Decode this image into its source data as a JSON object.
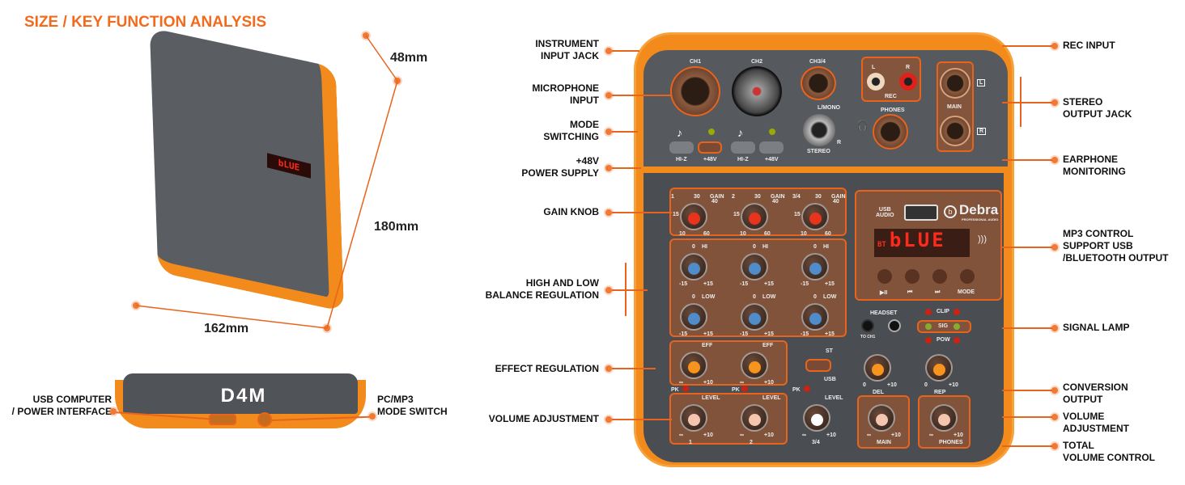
{
  "title": "SIZE / KEY FUNCTION ANALYSIS",
  "dimensions": {
    "depth": "48mm",
    "height": "180mm",
    "width": "162mm"
  },
  "side_view": {
    "model": "D4M",
    "usb_label": "USB COMPUTER\n/ POWER INTERFACE",
    "mode_label": "PC/MP3\nMODE SWITCH",
    "display": "bLUE"
  },
  "callouts_left": [
    "INSTRUMENT\nINPUT JACK",
    "MICROPHONE\nINPUT",
    "MODE\nSWITCHING",
    "+48V\nPOWER SUPPLY",
    "GAIN KNOB",
    "HIGH AND LOW\nBALANCE REGULATION",
    "EFFECT REGULATION",
    "VOLUME ADJUSTMENT"
  ],
  "callouts_right": [
    "REC INPUT",
    "STEREO\nOUTPUT JACK",
    "EARPHONE\nMONITORING",
    "MP3 CONTROL\nSUPPORT USB\n/BLUETOOTH OUTPUT",
    "SIGNAL LAMP",
    "CONVERSION\nOUTPUT",
    "VOLUME\nADJUSTMENT",
    "TOTAL\nVOLUME CONTROL"
  ],
  "panel": {
    "ch1": "CH1",
    "ch2": "CH2",
    "ch34": "CH3/4",
    "hiz": "HI-Z",
    "p48": "+48V",
    "lmono": "L/MONO",
    "stereo": "STEREO",
    "r": "R",
    "rec": "REC",
    "rec_l": "L",
    "rec_r": "R",
    "phones": "PHONES",
    "main": "MAIN",
    "out_l": "L",
    "out_r": "R",
    "usb_audio": "USB\nAUDIO",
    "brand": "Debra",
    "brand_sub": "PROFESSIONAL AUDIO",
    "disp_bt": "BT",
    "disp_text": "bLUE",
    "mp3_buttons": [
      "▶II",
      "⏮",
      "⏭",
      "MODE"
    ],
    "headset": "HEADSET",
    "to_ch1": "TO CH1",
    "clip": "CLIP",
    "sig": "SIG",
    "pow": "POW",
    "st": "ST",
    "usb": "USB",
    "pk": "PK"
  },
  "knobs": [
    {
      "name": "gain-1",
      "cap": "#e8341c",
      "title": "GAIN",
      "ch": "1",
      "l": "10",
      "r": "60",
      "ml": "15",
      "mt": "30",
      "mr": "40"
    },
    {
      "name": "gain-2",
      "cap": "#e8341c",
      "title": "GAIN",
      "ch": "2",
      "l": "10",
      "r": "60",
      "ml": "15",
      "mt": "30",
      "mr": "40"
    },
    {
      "name": "gain-34",
      "cap": "#e8341c",
      "title": "GAIN",
      "ch": "3/4",
      "l": "10",
      "r": "60",
      "ml": "15",
      "mt": "30",
      "mr": "40"
    },
    {
      "name": "hi-1",
      "cap": "#4f8cc9",
      "title": "HI",
      "l": "-15",
      "r": "+15",
      "mt": "0"
    },
    {
      "name": "hi-2",
      "cap": "#4f8cc9",
      "title": "HI",
      "l": "-15",
      "r": "+15",
      "mt": "0"
    },
    {
      "name": "hi-34",
      "cap": "#4f8cc9",
      "title": "HI",
      "l": "-15",
      "r": "+15",
      "mt": "0"
    },
    {
      "name": "low-1",
      "cap": "#4f8cc9",
      "title": "LOW",
      "l": "-15",
      "r": "+15",
      "mt": "0"
    },
    {
      "name": "low-2",
      "cap": "#4f8cc9",
      "title": "LOW",
      "l": "-15",
      "r": "+15",
      "mt": "0"
    },
    {
      "name": "low-34",
      "cap": "#4f8cc9",
      "title": "LOW",
      "l": "-15",
      "r": "+15",
      "mt": "0"
    },
    {
      "name": "eff-1",
      "cap": "#f7941d",
      "title": "EFF",
      "l": "∞",
      "r": "+10"
    },
    {
      "name": "eff-2",
      "cap": "#f7941d",
      "title": "EFF",
      "l": "∞",
      "r": "+10"
    },
    {
      "name": "level-1",
      "cap": "#f4c6b0",
      "title": "LEVEL",
      "l": "∞",
      "r": "+10",
      "bottom": "1"
    },
    {
      "name": "level-2",
      "cap": "#f4c6b0",
      "title": "LEVEL",
      "l": "∞",
      "r": "+10",
      "bottom": "2"
    },
    {
      "name": "level-34",
      "cap": "#ffffff",
      "title": "LEVEL",
      "l": "∞",
      "r": "+10",
      "bottom": "3/4"
    },
    {
      "name": "del",
      "cap": "#f7941d",
      "l": "0",
      "r": "+10",
      "bottom": "DEL"
    },
    {
      "name": "rep",
      "cap": "#f7941d",
      "l": "0",
      "r": "+10",
      "bottom": "REP"
    },
    {
      "name": "main-volume",
      "cap": "#f4c6b0",
      "l": "∞",
      "r": "+10",
      "bottom": "MAIN"
    },
    {
      "name": "phones-volume",
      "cap": "#f4c6b0",
      "l": "∞",
      "r": "+10",
      "bottom": "PHONES"
    }
  ],
  "colors": {
    "accent": "#f26b1d",
    "body_orange": "#f28a1c",
    "panel_grey": "#4a4d52"
  }
}
